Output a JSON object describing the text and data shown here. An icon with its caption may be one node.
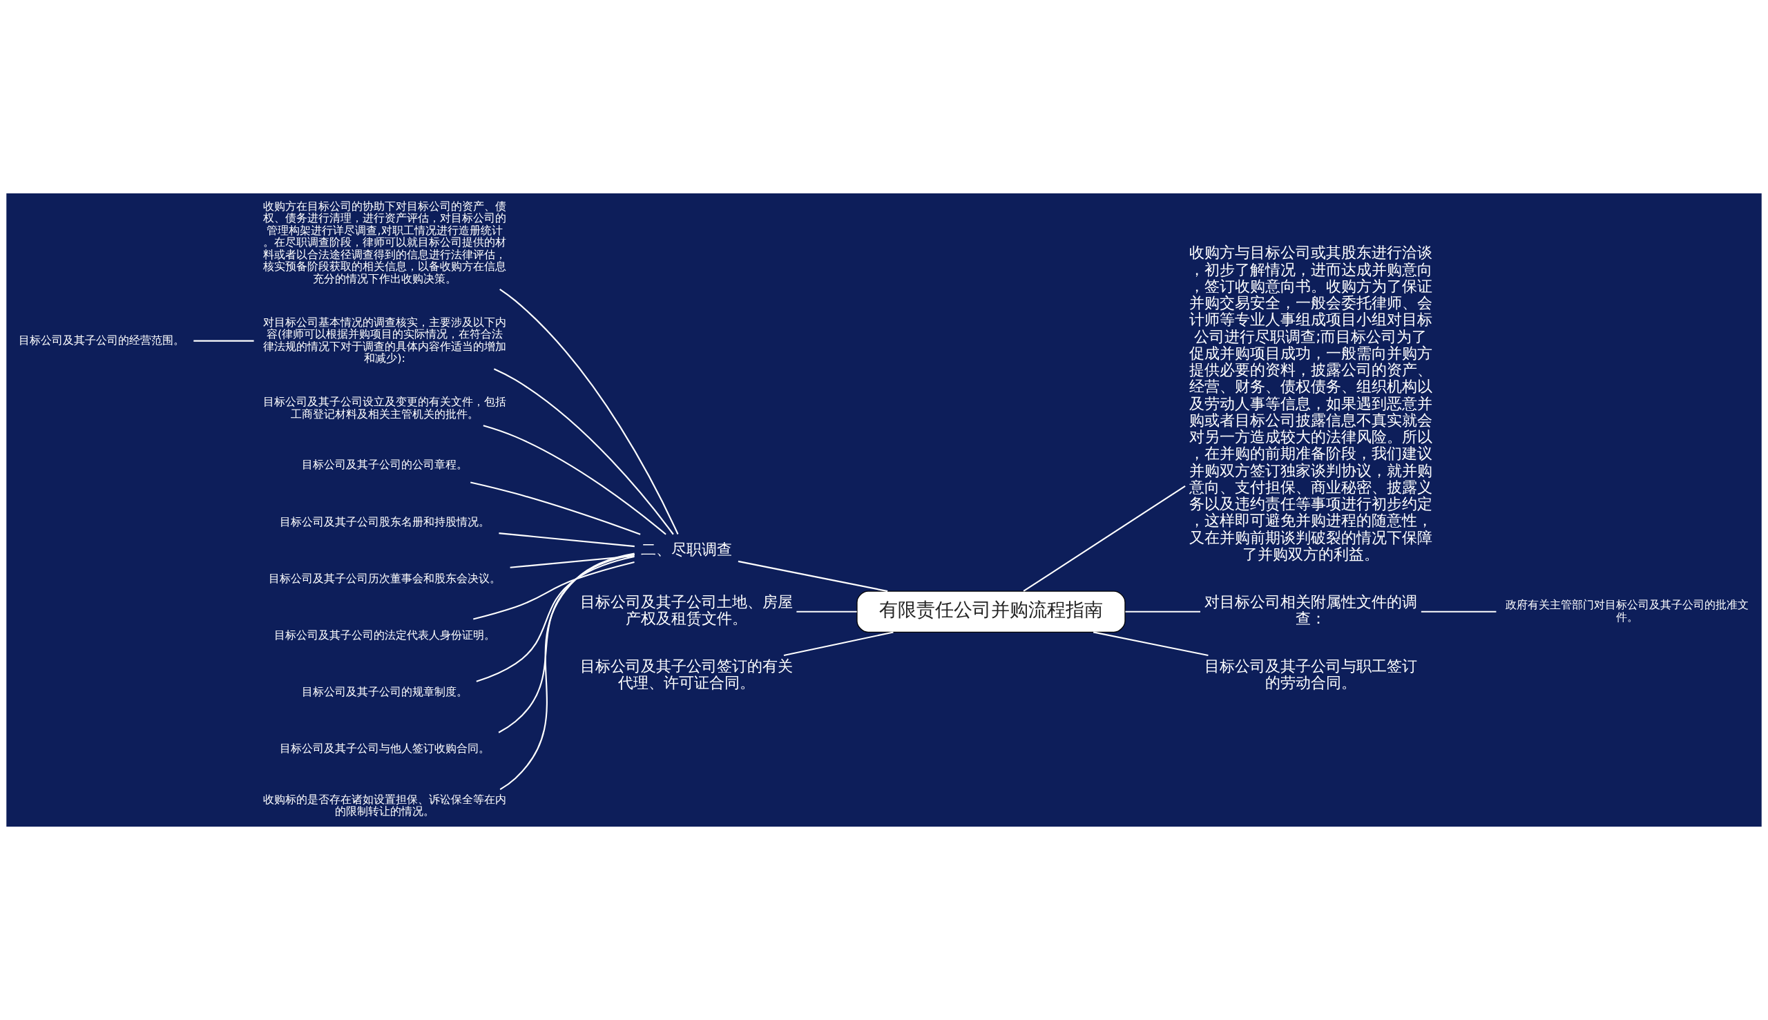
{
  "diagram": {
    "nodes": [
      {
        "text": [
          "有限责任公司并购流程指南"
        ]
      },
      {
        "text": [
          "二、尽职调查"
        ]
      },
      {
        "text": [
          "收购方在目标公司的协助下对目标公司的资产、债权、债务进行清理，进行资产评估，对目标公司的管理构架进行详尽调查,对职工情况进行造册统计。在尽职调查阶段，律师可以就目标公司提供的材料或者以合法途径调查得到的信息进行法律评估，核实预备阶段获取的相关信息，以备收购方在信息充分的情况下作出收购决策。"
        ]
      },
      {
        "text": [
          "对目标公司基本情况的调查核实，主要涉及以下内容(律师可以根据并购项目的实际情况，在符合法律法规的情况下对于调查的具体内容作适当的增加和减少):"
        ]
      },
      {
        "text": [
          "目标公司及其子公司的经营范围。"
        ]
      },
      {
        "text": [
          "目标公司及其子公司设立及变更的有关文件，包括工商登记材料及相关主管机关的批件。"
        ]
      },
      {
        "text": [
          "目标公司及其子公司的公司章程。"
        ]
      },
      {
        "text": [
          "目标公司及其子公司股东名册和持股情况。"
        ]
      },
      {
        "text": [
          "目标公司及其子公司历次董事会和股东会决议。"
        ]
      },
      {
        "text": [
          "目标公司及其子公司的法定代表人身份证明。"
        ]
      },
      {
        "text": [
          "目标公司及其子公司的规章制度。"
        ]
      },
      {
        "text": [
          "目标公司及其子公司与他人签订收购合同。"
        ]
      },
      {
        "text": [
          "收购标的是否存在诸如设置担保、诉讼保全等在内的限制转让的情况。"
        ]
      },
      {
        "text": [
          "收购方与目标公司或其股东进行洽谈，初步了解情况，进而达成并购意向，签订收购意向书。收购方为了保证并购交易安全，一般会委托律师、会计师等专业人事组成项目小组对目标公司进行尽职调查;而目标公司为了促成并购项目成功，一般需向并购方提供必要的资料，披露公司的资产、经营、财务、债权债务、组织机构以及劳动人事等信息，如果遇到恶意并购或者目标公司披露信息不真实就会对另一方造成较大的法律风险。所以，在并购的前期准备阶段，我们建议并购双方签订独家谈判协议，就并购意向、支付担保、商业秘密、披露义务以及违约责任等事项进行初步约定，这样即可避免并购进程的随意性，又在并购前期谈判破裂的情况下保障了并购双方的利益。"
        ]
      },
      {
        "text": [
          "目标公司及其子公司土地、房屋产权及租赁文件。"
        ]
      },
      {
        "text": [
          "目标公司及其子公司签订的有关代理、许可证合同。"
        ]
      },
      {
        "text": [
          "对目标公司相关附属性文件的调查："
        ]
      },
      {
        "text": [
          "政府有关主管部门对目标公司及其子公司的批准文件。"
        ]
      },
      {
        "text": [
          "目标公司及其子公司与职工签订的劳动合同。"
        ]
      }
    ],
    "edges": [
      {
        "from": 0,
        "to": 1,
        "arrow": "none"
      },
      {
        "from": 1,
        "to": 2,
        "arrow": "none"
      },
      {
        "from": 1,
        "to": 3,
        "arrow": "none"
      },
      {
        "from": 3,
        "to": 4,
        "arrow": "none"
      },
      {
        "from": 1,
        "to": 5,
        "arrow": "none"
      },
      {
        "from": 1,
        "to": 6,
        "arrow": "none"
      },
      {
        "from": 1,
        "to": 7,
        "arrow": "none"
      },
      {
        "from": 1,
        "to": 8,
        "arrow": "none"
      },
      {
        "from": 1,
        "to": 9,
        "arrow": "none"
      },
      {
        "from": 1,
        "to": 10,
        "arrow": "none"
      },
      {
        "from": 1,
        "to": 11,
        "arrow": "none"
      },
      {
        "from": 1,
        "to": 12,
        "arrow": "none"
      },
      {
        "from": 0,
        "to": 13,
        "arrow": "none"
      },
      {
        "from": 0,
        "to": 14,
        "arrow": "none"
      },
      {
        "from": 0,
        "to": 15,
        "arrow": "none"
      },
      {
        "from": 0,
        "to": 16,
        "arrow": "none"
      },
      {
        "from": 16,
        "to": 17,
        "arrow": "none"
      },
      {
        "from": 0,
        "to": 18,
        "arrow": "none"
      }
    ]
  }
}
